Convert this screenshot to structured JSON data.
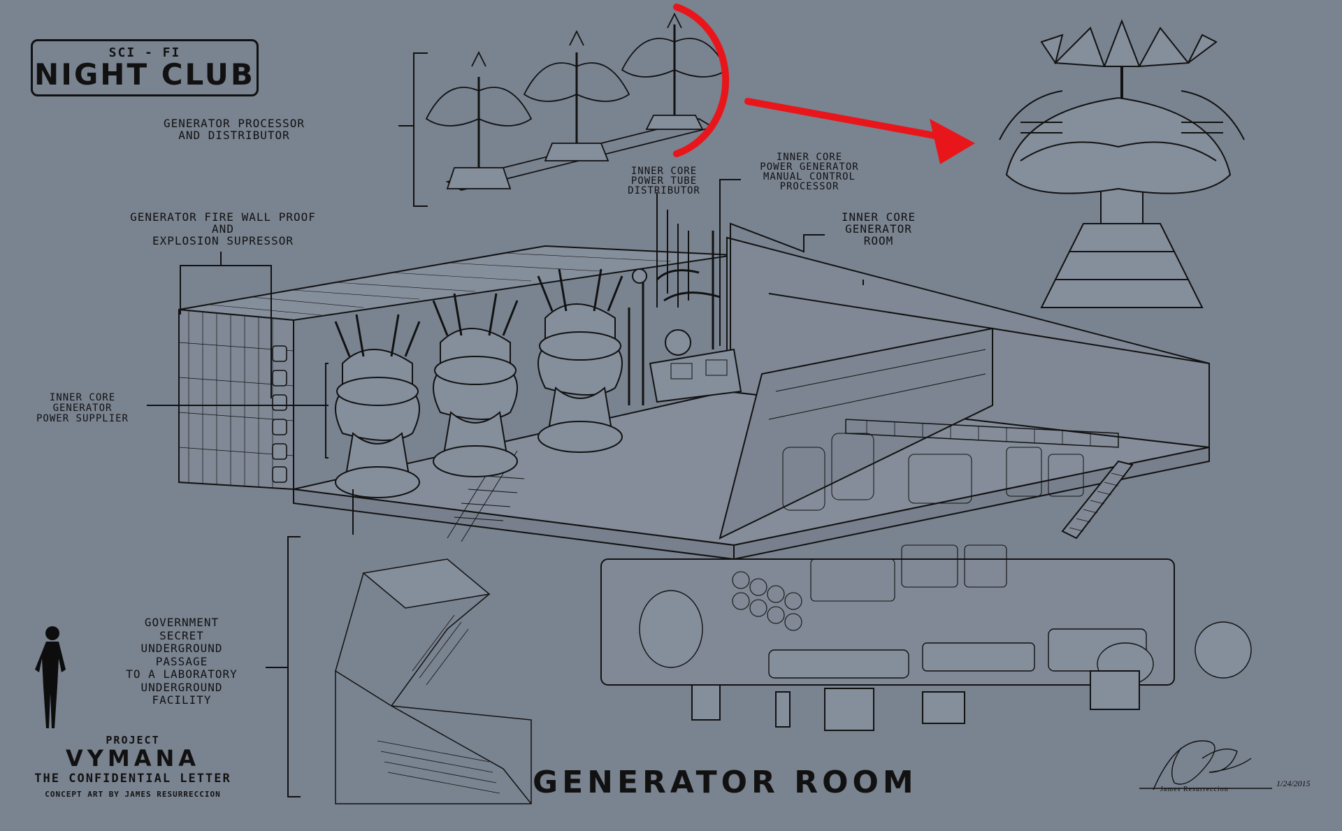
{
  "header": {
    "genre": "SCI - FI",
    "title": "NIGHT CLUB"
  },
  "labels": {
    "generator_processor": [
      "GENERATOR PROCESSOR",
      "AND DISTRIBUTOR"
    ],
    "fire_wall": [
      "GENERATOR FIRE WALL PROOF",
      "AND",
      "EXPLOSION SUPRESSOR"
    ],
    "power_supplier": [
      "INNER CORE",
      "GENERATOR",
      "POWER SUPPLIER"
    ],
    "power_tube": [
      "INNER CORE",
      "POWER TUBE",
      "DISTRIBUTOR"
    ],
    "manual_control": [
      "INNER CORE",
      "POWER GENERATOR",
      "MANUAL CONTROL",
      "PROCESSOR"
    ],
    "generator_room": [
      "INNER CORE",
      "GENERATOR",
      "ROOM"
    ],
    "passage": [
      "GOVERNMENT",
      "SECRET",
      "UNDERGROUND",
      "PASSAGE",
      "TO A LABORATORY",
      "UNDERGROUND",
      "FACILITY"
    ]
  },
  "project": {
    "label": "PROJECT",
    "name": "VYMANA",
    "subtitle": "THE CONFIDENTIAL LETTER",
    "credit": "CONCEPT ART BY JAMES RESURRECCION"
  },
  "main_title": "GENERATOR ROOM",
  "signature": {
    "name": "James Resurreccion",
    "date": "1/24/2015"
  },
  "colors": {
    "background": "#7a8390",
    "ink": "#111111",
    "accent": "#e8161a"
  }
}
